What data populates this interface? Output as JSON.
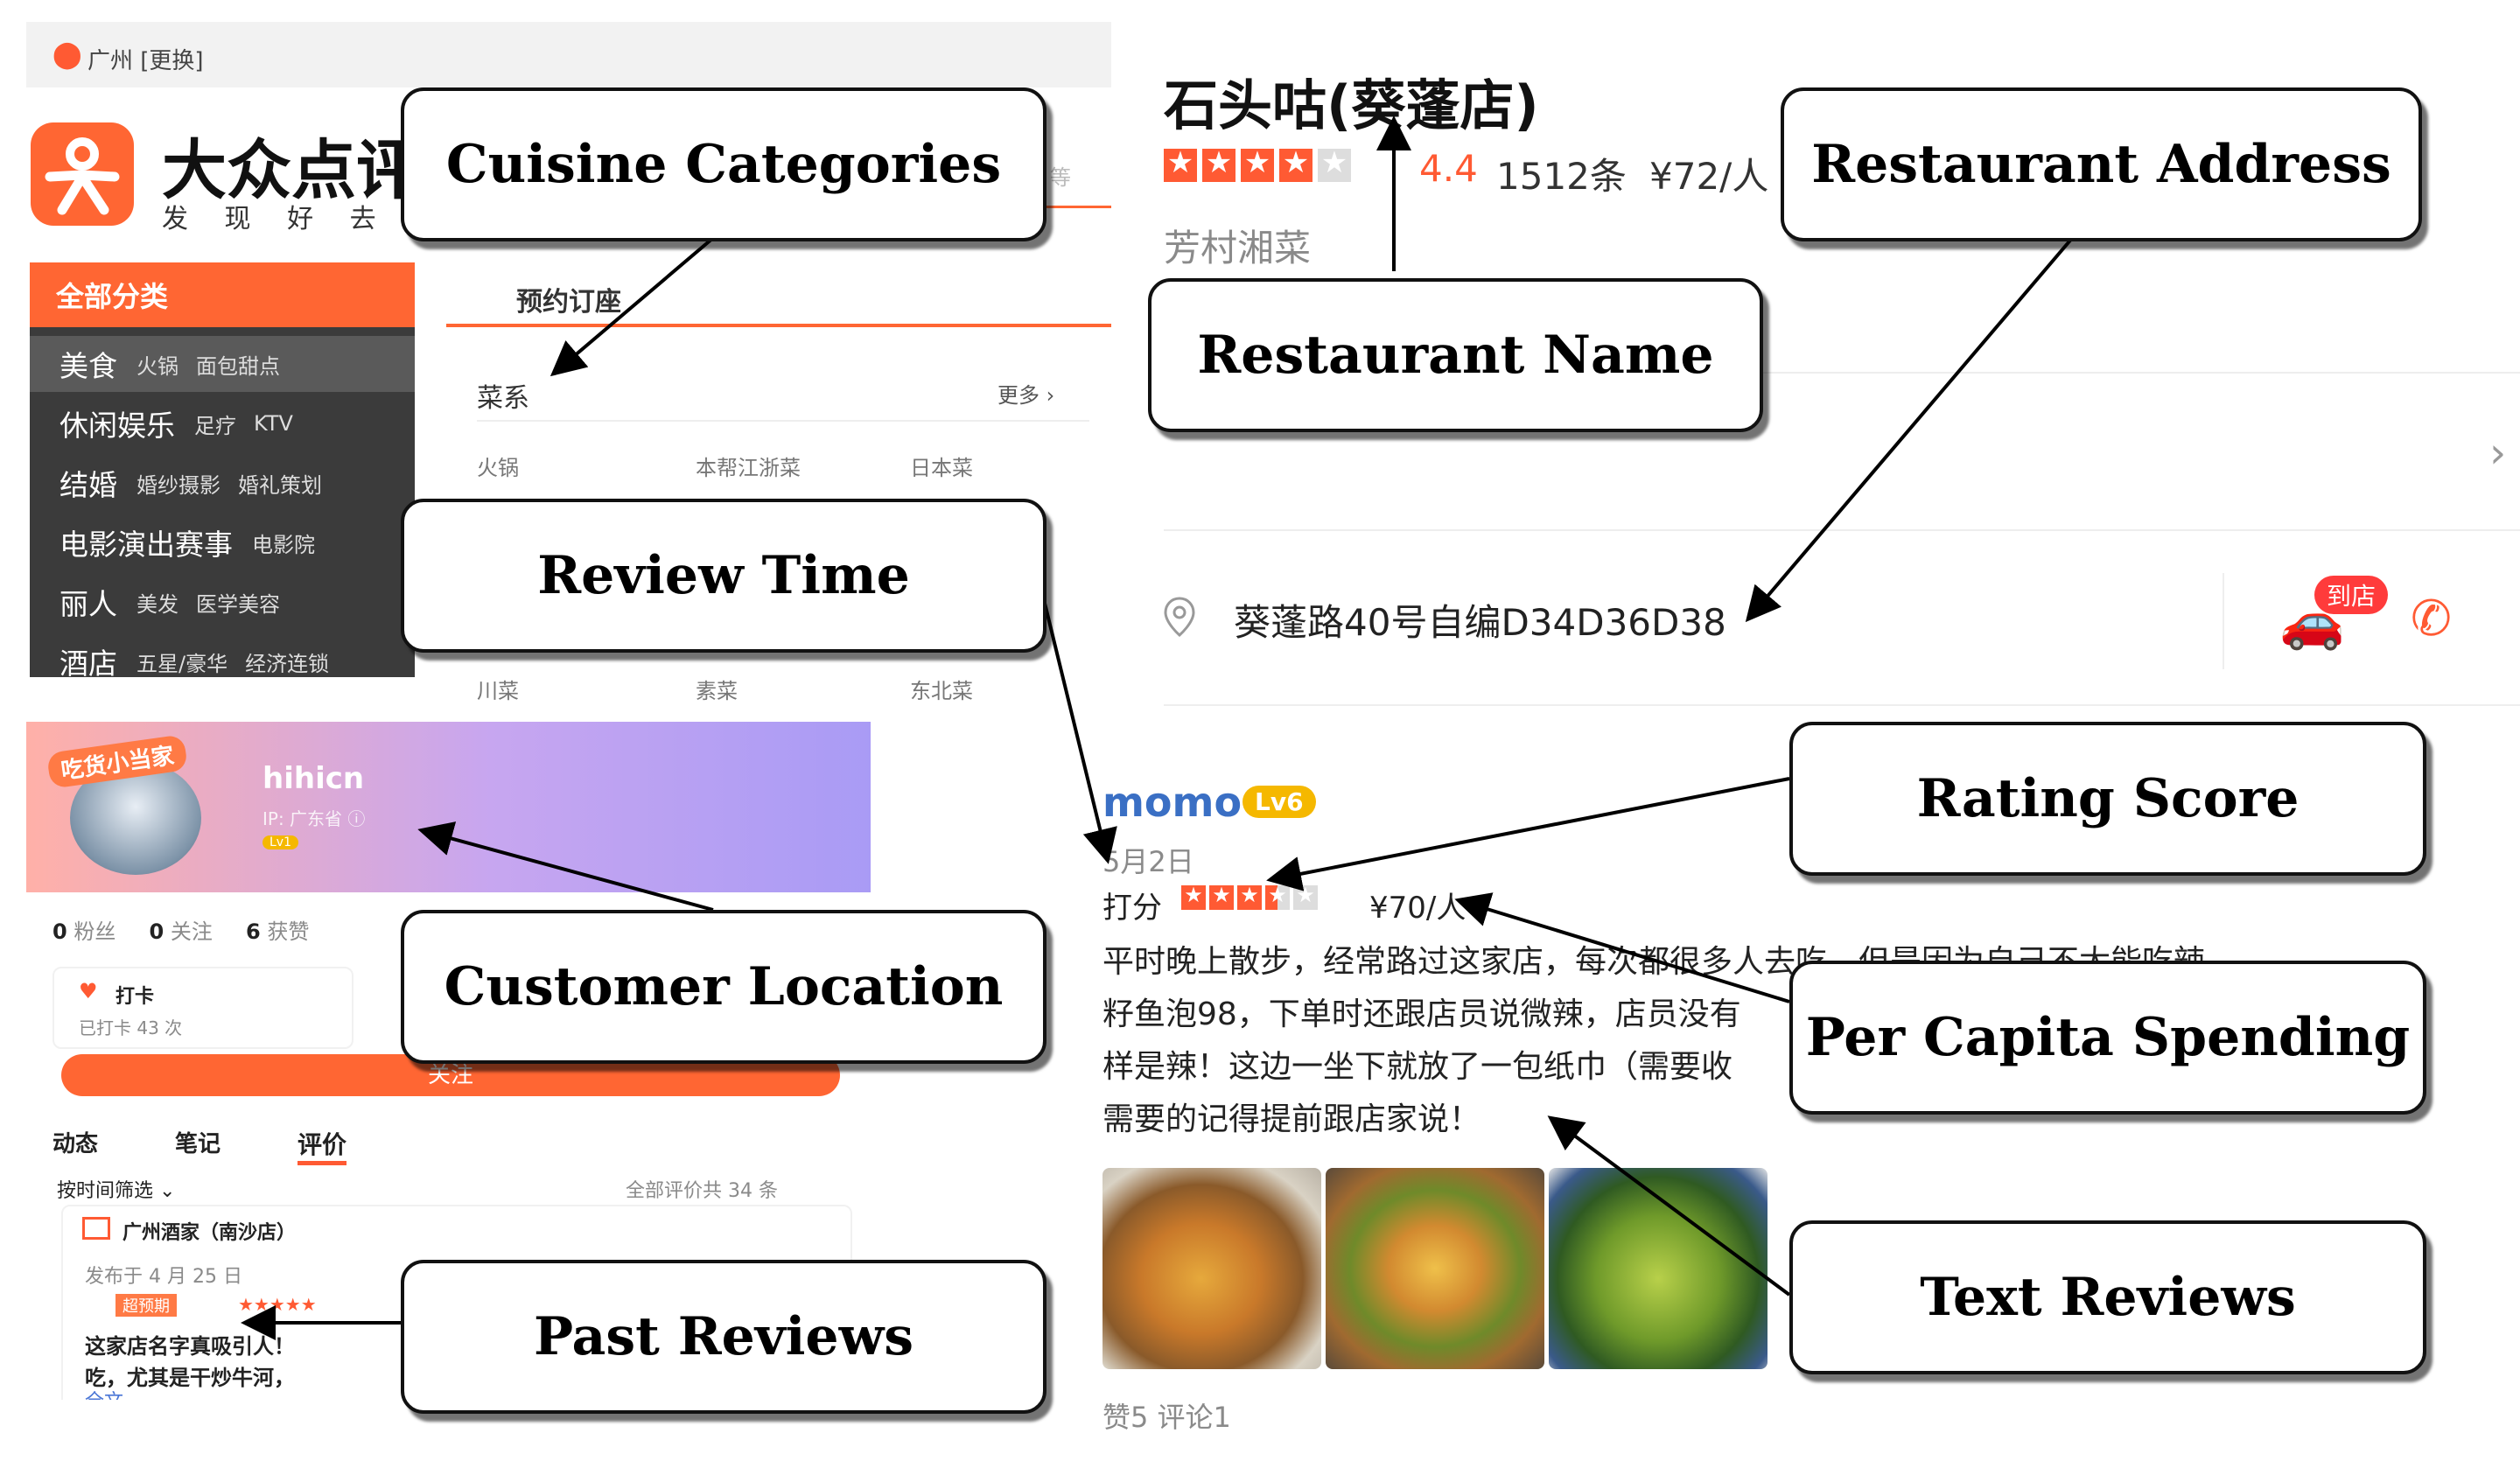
{
  "left_app": {
    "location": "广州 [更换]",
    "logo_text": "大众点评",
    "slogan": "发 现 好 去 处",
    "search_hint": "等",
    "all_categories": "全部分类",
    "categories": [
      {
        "main": "美食",
        "subs": [
          "火锅",
          "面包甜点"
        ]
      },
      {
        "main": "休闲娱乐",
        "subs": [
          "足疗",
          "KTV"
        ]
      },
      {
        "main": "结婚",
        "subs": [
          "婚纱摄影",
          "婚礼策划"
        ]
      },
      {
        "main": "电影演出赛事",
        "subs": [
          "电影院"
        ]
      },
      {
        "main": "丽人",
        "subs": [
          "美发",
          "医学美容"
        ]
      },
      {
        "main": "酒店",
        "subs": [
          "五星/豪华",
          "经济连锁"
        ]
      }
    ],
    "booking_tab": "预约订座",
    "cuisine_label": "菜系",
    "more_label": "更多 ›",
    "dishes_row1": [
      "火锅",
      "本帮江浙菜",
      "日本菜"
    ],
    "dishes_row2": [
      "川菜",
      "素菜",
      "东北菜"
    ]
  },
  "profile": {
    "badge": "吃货小当家",
    "username": "hihicn",
    "ip": "IP: 广东省 ⓘ",
    "level": "Lv1",
    "stats": [
      {
        "num": "0",
        "label": "粉丝"
      },
      {
        "num": "0",
        "label": "关注"
      },
      {
        "num": "6",
        "label": "获赞"
      }
    ],
    "checkin_title": "打卡",
    "checkin_sub": "已打卡 43 次",
    "follow_label": "关注",
    "tabs": [
      "动态",
      "笔记",
      "评价"
    ],
    "filter_label": "按时间筛选 ⌄",
    "total_label": "全部评价共 34 条",
    "past_shop": "广州酒家（南沙店）",
    "past_date": "发布于 4 月 25 日",
    "past_tag": "超预期",
    "past_text1": "这家店名字真吸引人！",
    "past_text2": "吃，尤其是干炒牛河，",
    "past_more": "全文"
  },
  "restaurant": {
    "name": "石头咕(葵蓬店)",
    "rating_value": 4.4,
    "rating": "4.4",
    "reviews_count": "1512条",
    "avg_price": "¥72/人",
    "category": "芳村湘菜",
    "address": "葵蓬路40号自编D34D36D38",
    "arrive_badge": "到店"
  },
  "review": {
    "user": "momo",
    "level": "Lv6",
    "date": "5月2日",
    "score_label": "打分",
    "score_value": 3.5,
    "per_capita": "¥70/人",
    "text_lines": [
      "平时晚上散步，经常路过这家店，每次都很多人去吃，但是因为自己不太能吃辣",
      "籽鱼泡98，下单时还跟店员说微辣，店员没有",
      "样是辣！这边一坐下就放了一包纸巾（需要收",
      "需要的记得提前跟店家说！"
    ],
    "footer": "赞5 评论1"
  },
  "callouts": {
    "cuisine_categories": "Cuisine Categories",
    "review_time": "Review Time",
    "customer_location": "Customer Location",
    "past_reviews": "Past Reviews",
    "restaurant_name": "Restaurant Name",
    "restaurant_address": "Restaurant Address",
    "rating_score": "Rating Score",
    "per_capita_spending": "Per Capita Spending",
    "text_reviews": "Text Reviews"
  },
  "colors": {
    "brand_orange": "#ff6633",
    "star": "#ff5a33",
    "level_badge": "#f5b800",
    "sidebar_dark": "#3b3b3b"
  }
}
